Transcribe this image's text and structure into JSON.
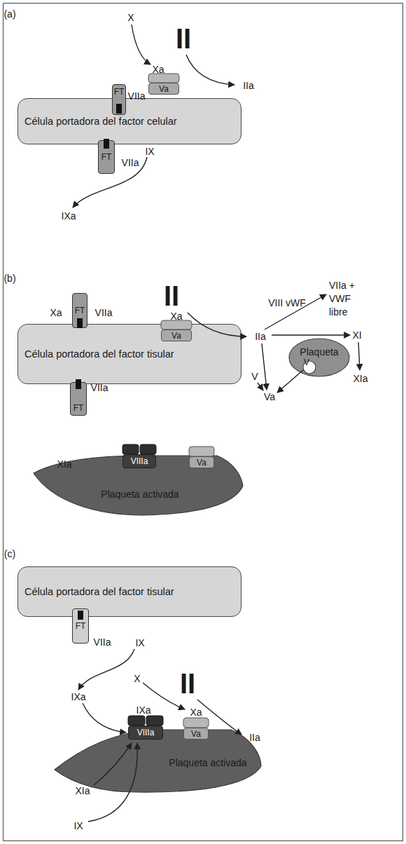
{
  "diagram": {
    "nodes": [
      {
        "text": [
          "Célula portadora del factor celular"
        ]
      },
      {
        "text": [
          "FT"
        ]
      },
      {
        "text": [
          "Va"
        ]
      },
      {
        "text": [
          "FT"
        ]
      },
      {
        "text": [
          "Célula portadora del factor tisular"
        ]
      },
      {
        "text": [
          "FT"
        ]
      },
      {
        "text": [
          "Va"
        ]
      },
      {
        "text": [
          "FT"
        ]
      },
      {
        "text": [
          "Plaqueta"
        ]
      },
      {
        "text": [
          "V"
        ],
        "in": 8
      },
      {
        "text": [
          "VIIIa"
        ]
      },
      {
        "text": [
          "Va"
        ]
      },
      {
        "text": [
          "Plaqueta activada"
        ]
      },
      {
        "text": [
          "Célula portadora del factor tisular"
        ]
      },
      {
        "text": [
          "FT"
        ]
      },
      {
        "text": [
          "VIIIa"
        ]
      },
      {
        "text": [
          "Va"
        ]
      },
      {
        "text": [
          "Plaqueta activada"
        ]
      }
    ],
    "labels": [
      "(a)",
      "X",
      "II",
      "Xa",
      "VIIa",
      "IIa",
      "VIIa",
      "IX",
      "IXa",
      "(b)",
      "Xa",
      "VIIa",
      "II",
      "Xa",
      "VIIa",
      "VIII vWF",
      "VIIa + VWF libre",
      "IIa",
      "XI",
      "V",
      "Va",
      "XIa",
      "XIa",
      "(c)",
      "VIIa",
      "IX",
      "IXa",
      "X",
      "II",
      "IXa",
      "Xa",
      "IIa",
      "XIa",
      "IX"
    ]
  }
}
